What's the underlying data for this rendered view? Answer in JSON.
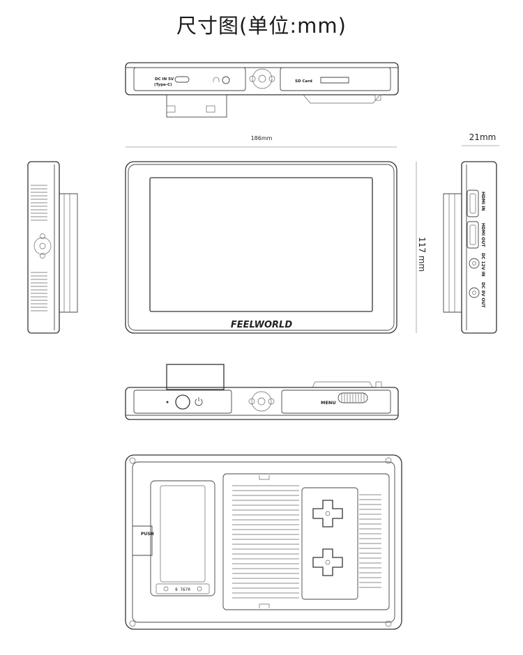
{
  "title": "尺寸图(单位:mm)",
  "dimensions": {
    "width": "186mm",
    "height": "117 mm",
    "depth": "21mm"
  },
  "ports_top": {
    "dc_in": "DC IN 5V",
    "dc_in_type": "(Type-C)",
    "sd_card": "SD Card"
  },
  "ports_right": [
    {
      "label": "HDMI IN"
    },
    {
      "label": "HDMI OUT"
    },
    {
      "label": "DC 12V IN"
    },
    {
      "label": "DC 8V OUT"
    }
  ],
  "brand": "FEELWORLD",
  "bottom_controls": {
    "menu": "MENU"
  },
  "back": {
    "push": "PUSH",
    "battery_label": "8 7670"
  }
}
